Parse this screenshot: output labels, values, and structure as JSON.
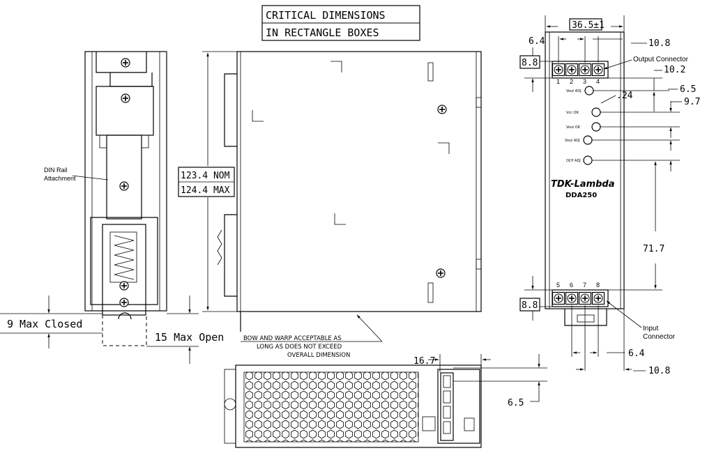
{
  "note": {
    "line1": "CRITICAL DIMENSIONS",
    "line2": "IN RECTANGLE BOXES"
  },
  "side_view": {
    "din_rail_label_1": "DIN Rail",
    "din_rail_label_2": "Attachment",
    "max_closed": "9 Max Closed",
    "max_open": "15 Max Open"
  },
  "front_view": {
    "height_nom": "123.4 NOM",
    "height_max": "124.4 MAX",
    "bow_note_1": "BOW AND WARP ACCEPTABLE AS",
    "bow_note_2": "LONG AS DOES NOT EXCEED",
    "bow_note_3": "OVERALL DIMENSION"
  },
  "right_view": {
    "width": "36.5±1",
    "dim_6_4_top": "6.4",
    "dim_10_8_top": "10.8",
    "output_connector": "Output Connector",
    "dim_8_8_top": "8.8",
    "dim_10_2": "10.2",
    "dim_6_5": "6.5",
    "dim_24": ".24",
    "dim_9_7": "9.7",
    "dim_71_7": "71.7",
    "dim_8_8_bottom": "8.8",
    "input_connector_1": "Input",
    "input_connector_2": "Connector",
    "dim_6_4_bottom": "6.4",
    "dim_10_8_bottom": "10.8",
    "brand": "TDK-Lambda",
    "model": "DDA250",
    "top_pins": [
      "1",
      "2",
      "3",
      "4"
    ],
    "bottom_pins": [
      "5",
      "6",
      "7",
      "8"
    ],
    "pot_labels": [
      "Vout ADJ",
      "Vcc OK",
      "Vout OK",
      "Vout ADJ",
      "OCP ADJ"
    ]
  },
  "bottom_view": {
    "dim_16_7": "16.7",
    "dim_6_5": "6.5"
  }
}
